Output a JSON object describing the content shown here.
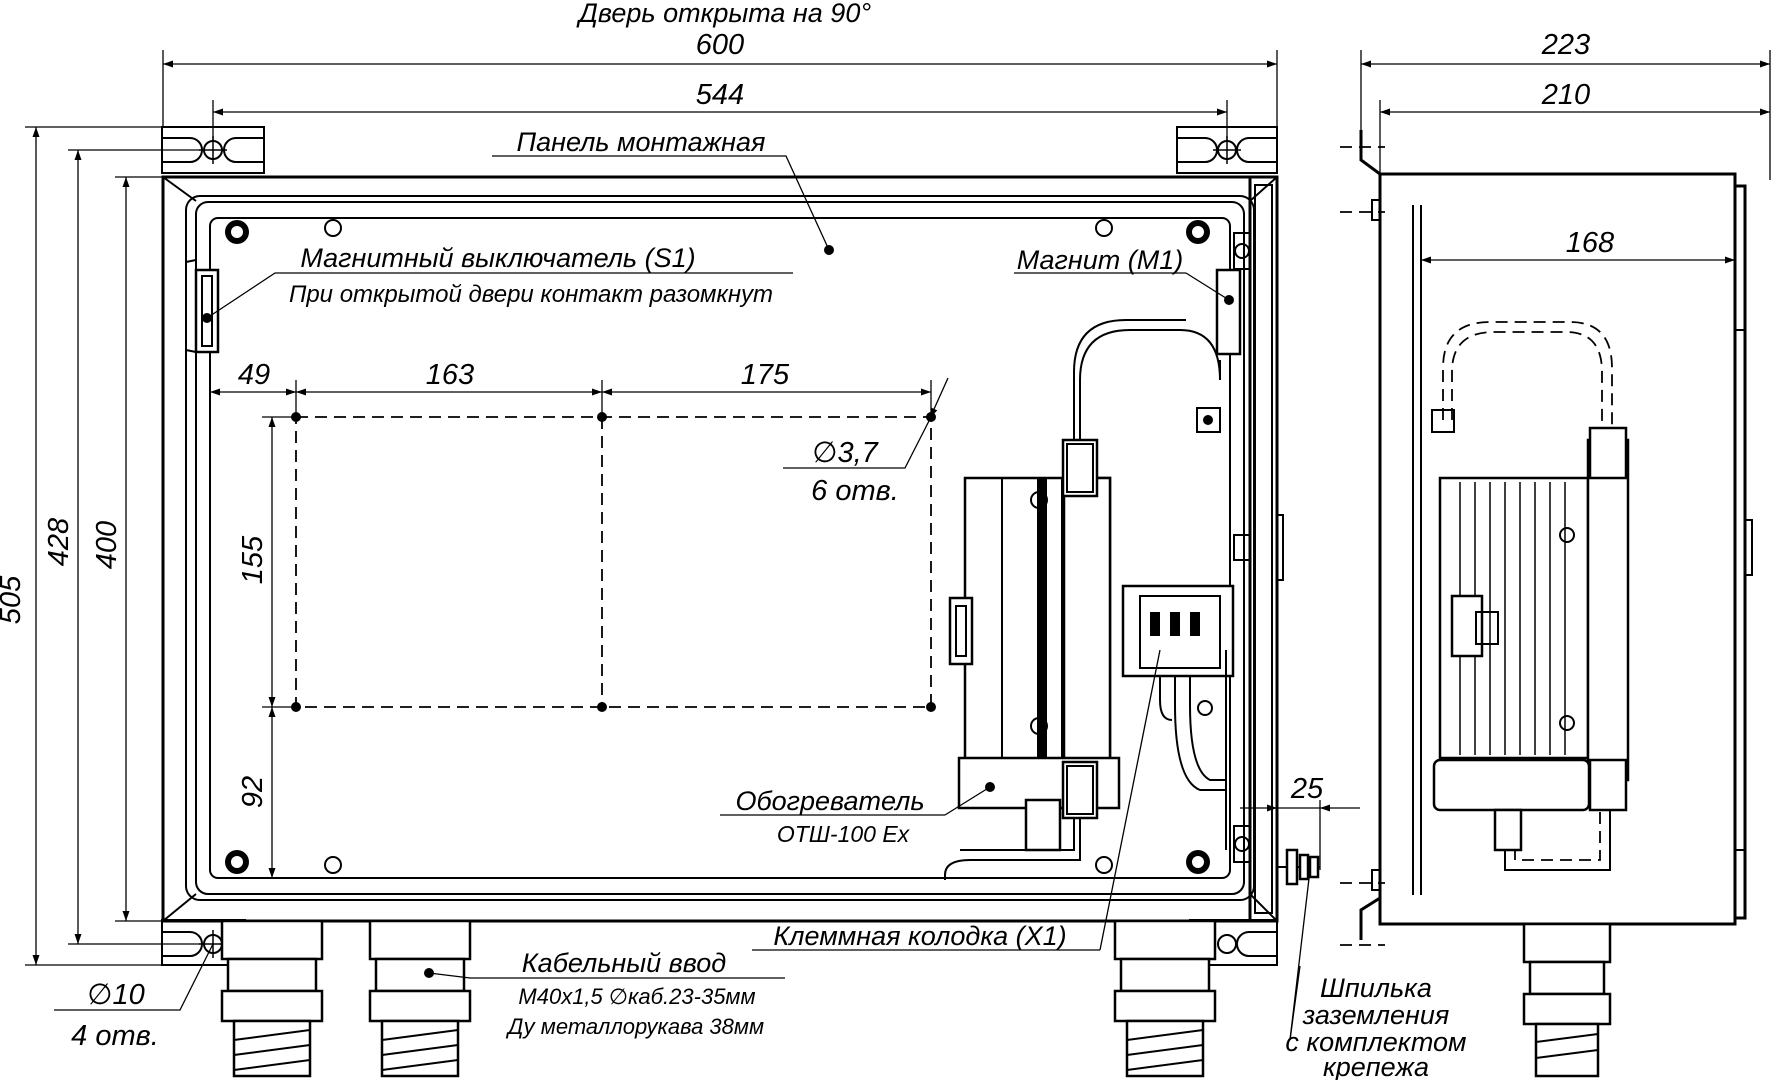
{
  "header": {
    "door_note": "Дверь открыта на 90°"
  },
  "dimensions": {
    "d600": "600",
    "d544": "544",
    "d223": "223",
    "d210": "210",
    "d168": "168",
    "d505": "505",
    "d428": "428",
    "d400": "400",
    "d49": "49",
    "d163": "163",
    "d175": "175",
    "d155": "155",
    "d92": "92",
    "d25": "25"
  },
  "callouts": {
    "mount_panel": "Панель монтажная",
    "mag_switch": "Магнитный выключатель (S1)",
    "mag_switch_note": "При открытой двери контакт разомкнут",
    "magnet": "Магнит (M1)",
    "hole_dia": "∅3,7",
    "hole_count": "6 отв.",
    "heater": "Обогреватель",
    "heater_model": "ОТШ-100 Ex",
    "terminal_block": "Клеммная колодка (X1)",
    "mount_hole_dia": "∅10",
    "mount_hole_count": "4 отв.",
    "cable_entry": "Кабельный ввод",
    "cable_entry_spec1": "М40х1,5  ∅каб.23-35мм",
    "cable_entry_spec2": "Ду металлорукава 38мм",
    "ground_stud_1": "Шпилька",
    "ground_stud_2": "заземления",
    "ground_stud_3": "с комплектом",
    "ground_stud_4": "крепежа"
  }
}
